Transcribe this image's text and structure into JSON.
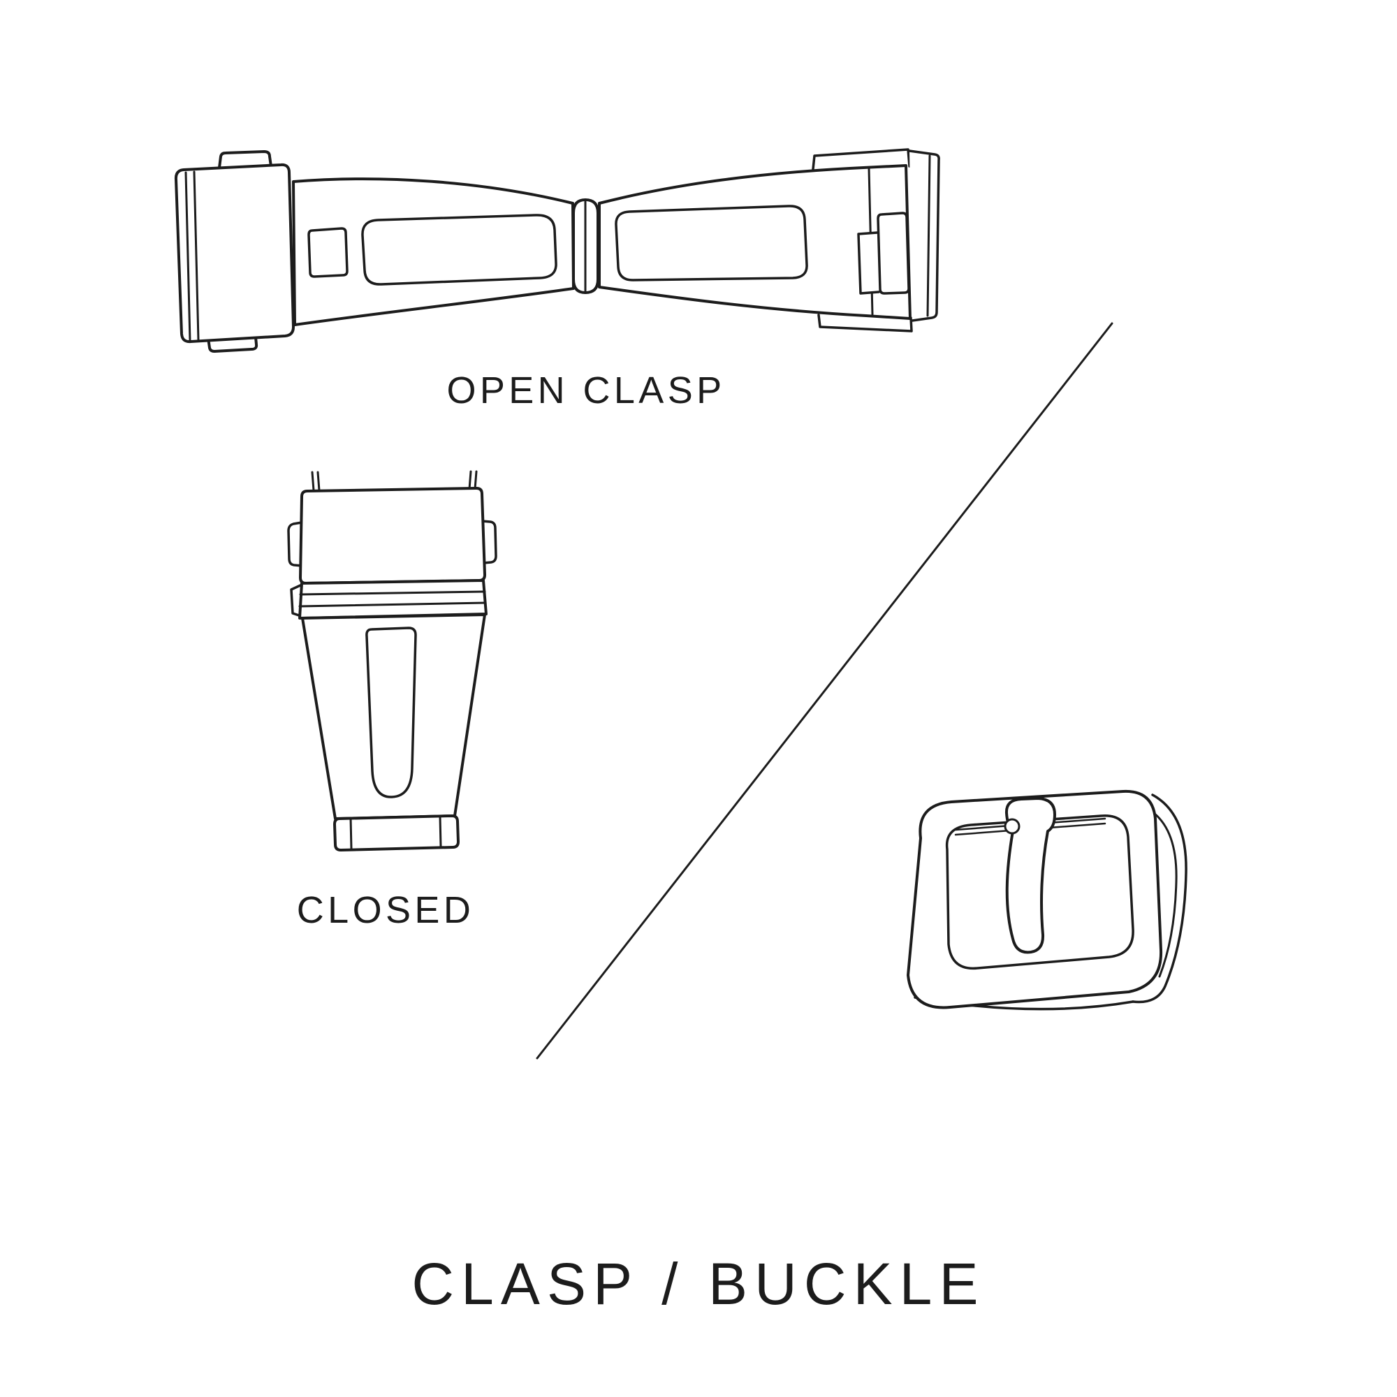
{
  "title": "CLASP / BUCKLE",
  "labels": {
    "open_clasp": "OPEN CLASP",
    "closed_clasp": "CLOSED"
  },
  "colors": {
    "ink": "#1c1c1c",
    "background": "#ffffff"
  },
  "illustrations": [
    {
      "name": "open-clasp",
      "meaning": "watch deployant clasp shown open"
    },
    {
      "name": "closed-clasp",
      "meaning": "watch deployant clasp shown closed"
    },
    {
      "name": "tang-buckle",
      "meaning": "watch strap pin buckle"
    }
  ]
}
